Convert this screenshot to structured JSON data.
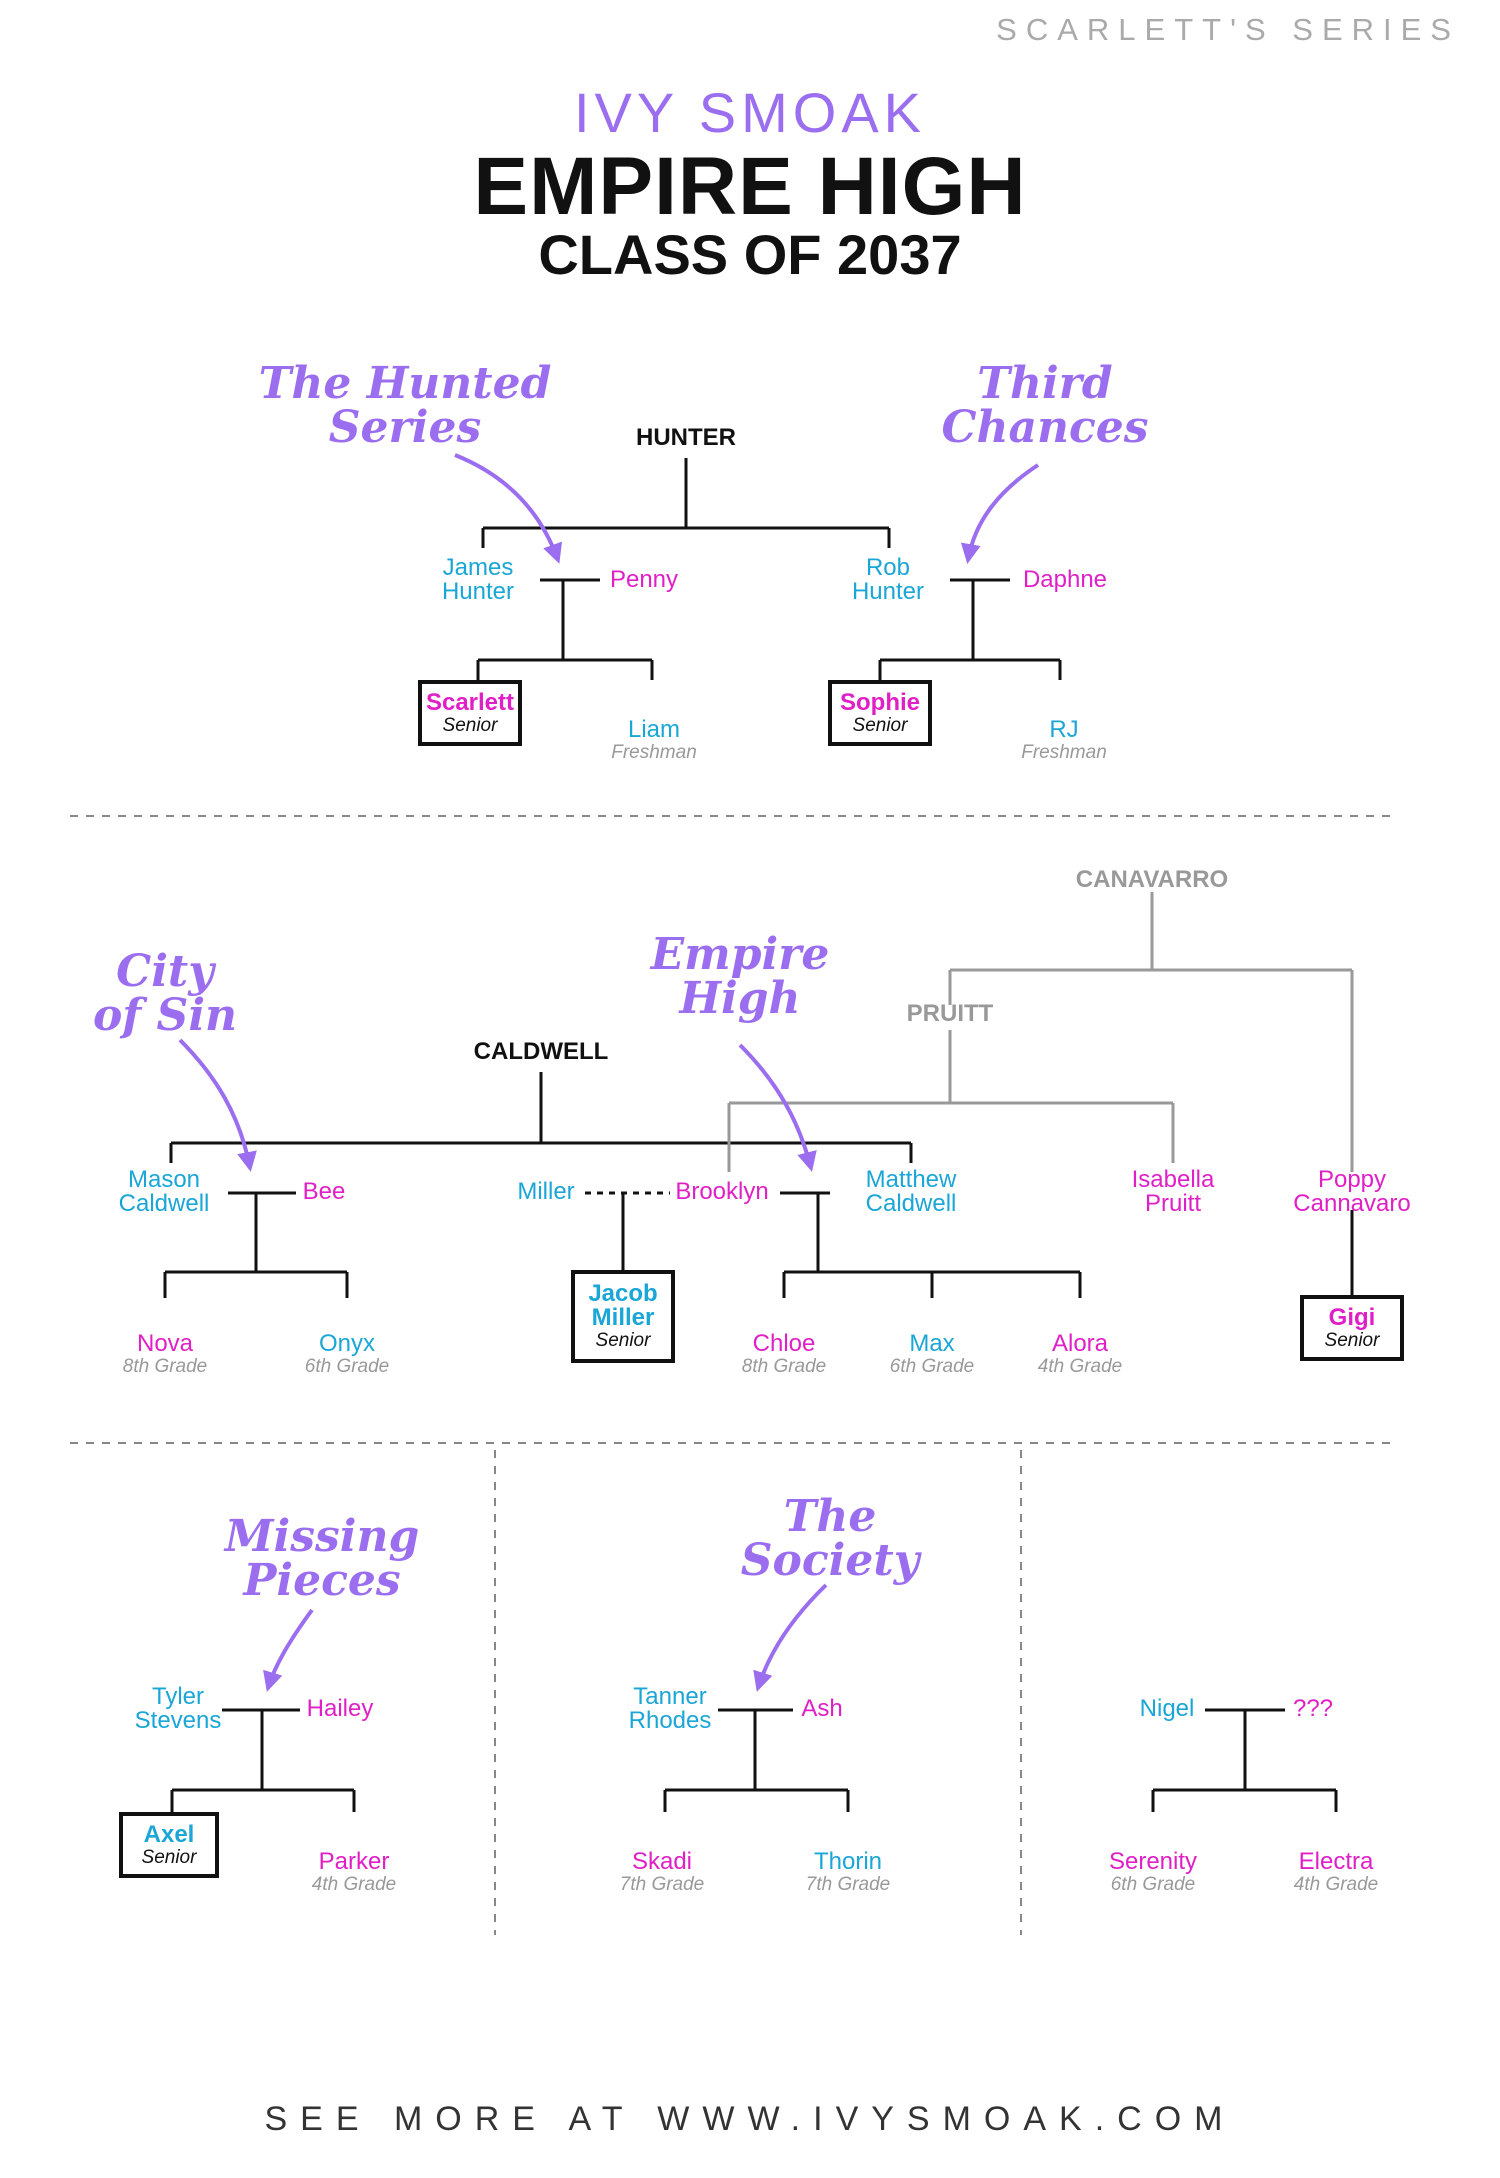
{
  "header": {
    "series_tag": "SCARLETT'S SERIES",
    "author": "IVY SMOAK",
    "title": "EMPIRE HIGH",
    "subtitle": "CLASS OF 2037"
  },
  "colors": {
    "accent": "#9b6ef0",
    "boy": "#1aa6d6",
    "girl": "#e020c6",
    "grade": "#999999",
    "line": "#111111"
  },
  "annotations": {
    "hunted": "The Hunted\nSeries",
    "third": "Third\nChances",
    "city": "City\nof Sin",
    "empire": "Empire\nHigh",
    "missing": "Missing\nPieces",
    "society": "The\nSociety"
  },
  "families": {
    "hunter": "HUNTER",
    "caldwell": "CALDWELL",
    "canavarro": "CANAVARRO",
    "pruitt": "PRUITT"
  },
  "people": {
    "james": "James\nHunter",
    "penny": "Penny",
    "rob": "Rob\nHunter",
    "daphne": "Daphne",
    "scarlett": {
      "name": "Scarlett",
      "grade": "Senior"
    },
    "liam": {
      "name": "Liam",
      "grade": "Freshman"
    },
    "sophie": {
      "name": "Sophie",
      "grade": "Senior"
    },
    "rj": {
      "name": "RJ",
      "grade": "Freshman"
    },
    "mason": "Mason\nCaldwell",
    "bee": "Bee",
    "miller": "Miller",
    "brooklyn": "Brooklyn",
    "matthew": "Matthew\nCaldwell",
    "isabella": "Isabella\nPruitt",
    "poppy": "Poppy\nCannavaro",
    "nova": {
      "name": "Nova",
      "grade": "8th Grade"
    },
    "onyx": {
      "name": "Onyx",
      "grade": "6th Grade"
    },
    "jacob": {
      "name": "Jacob\nMiller",
      "grade": "Senior"
    },
    "chloe": {
      "name": "Chloe",
      "grade": "8th Grade"
    },
    "max": {
      "name": "Max",
      "grade": "6th Grade"
    },
    "alora": {
      "name": "Alora",
      "grade": "4th Grade"
    },
    "gigi": {
      "name": "Gigi",
      "grade": "Senior"
    },
    "tyler": "Tyler\nStevens",
    "hailey": "Hailey",
    "axel": {
      "name": "Axel",
      "grade": "Senior"
    },
    "parker": {
      "name": "Parker",
      "grade": "4th Grade"
    },
    "tanner": "Tanner\nRhodes",
    "ash": "Ash",
    "skadi": {
      "name": "Skadi",
      "grade": "7th Grade"
    },
    "thorin": {
      "name": "Thorin",
      "grade": "7th Grade"
    },
    "nigel": "Nigel",
    "unknown": "???",
    "serenity": {
      "name": "Serenity",
      "grade": "6th Grade"
    },
    "electra": {
      "name": "Electra",
      "grade": "4th Grade"
    }
  },
  "footer": "SEE MORE AT WWW.IVYSMOAK.COM"
}
